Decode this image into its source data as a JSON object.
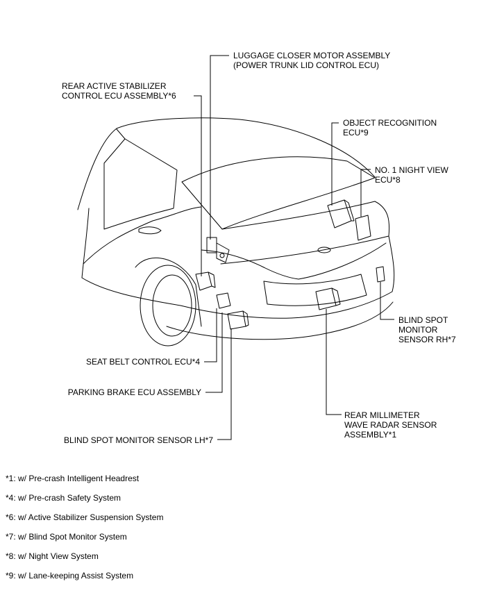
{
  "labels": {
    "luggage": [
      "LUGGAGE CLOSER MOTOR ASSEMBLY",
      "(POWER TRUNK LID CONTROL ECU)"
    ],
    "stabilizer": [
      "REAR ACTIVE STABILIZER",
      "CONTROL ECU ASSEMBLY*6"
    ],
    "object_recognition": [
      "OBJECT RECOGNITION",
      "ECU*9"
    ],
    "night_view": [
      "NO. 1 NIGHT VIEW",
      "ECU*8"
    ],
    "bsm_rh": [
      "BLIND SPOT",
      "MONITOR",
      "SENSOR RH*7"
    ],
    "seat_belt": "SEAT BELT CONTROL ECU*4",
    "parking_brake": "PARKING BRAKE ECU ASSEMBLY",
    "radar": [
      "REAR MILLIMETER",
      "WAVE RADAR SENSOR",
      "ASSEMBLY*1"
    ],
    "bsm_lh": "BLIND SPOT MONITOR SENSOR LH*7"
  },
  "notes": [
    "*1: w/ Pre-crash Intelligent Headrest",
    "*4: w/ Pre-crash Safety System",
    "*6: w/ Active Stabilizer Suspension System",
    "*7: w/ Blind Spot Monitor System",
    "*8: w/ Night View System",
    "*9: w/ Lane-keeping Assist System"
  ]
}
